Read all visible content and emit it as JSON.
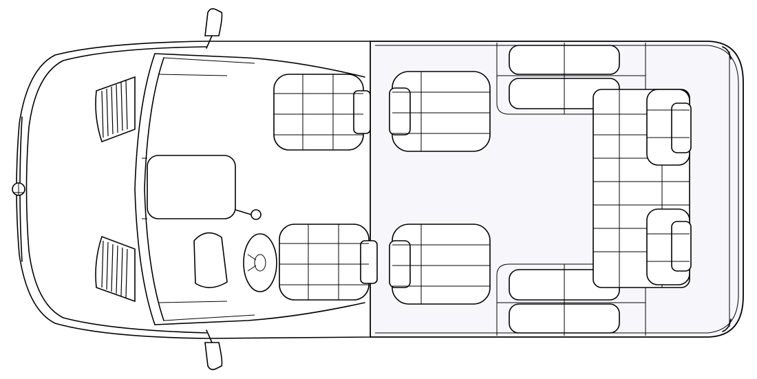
{
  "diagram": {
    "seats": {
      "cab": 2,
      "second_row": 2,
      "side_benches": 2,
      "rear_facing": 2
    },
    "colors": {
      "line": "#000000",
      "cargo_floor": "#f7f7fb",
      "background": "#ffffff"
    }
  }
}
